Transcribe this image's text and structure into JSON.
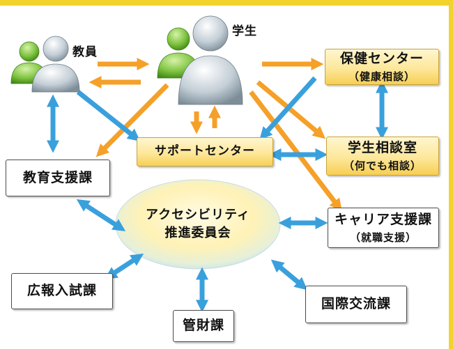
{
  "diagram": {
    "nodes": {
      "teacher": {
        "label": "教員",
        "icon": "teacher-people-icon"
      },
      "student": {
        "label": "学生",
        "icon": "student-people-icon"
      },
      "health_center": {
        "title": "保健センター",
        "subtitle": "（健康相談）"
      },
      "student_counseling": {
        "title": "学生相談室",
        "subtitle": "（何でも相談）"
      },
      "support_center": {
        "title": "サポートセンター"
      },
      "education_support": {
        "title": "教育支援課"
      },
      "career_support": {
        "title": "キャリア支援課",
        "subtitle": "（就職支援）"
      },
      "accessibility_committee": {
        "line1": "アクセシビリティ",
        "line2": "推進委員会"
      },
      "pr_admissions": {
        "title": "広報入試課"
      },
      "finance": {
        "title": "管財課"
      },
      "international": {
        "title": "国際交流課"
      }
    },
    "colors": {
      "blue_arrow": "#3aa0dc",
      "orange_arrow": "#f5a028",
      "yellow_box": "#fde79a",
      "committee_fill": "#fff6c8",
      "frame_stripe": "#f2d22c",
      "person_green": "#6fb536",
      "person_gray": "#b7c3cb"
    }
  }
}
